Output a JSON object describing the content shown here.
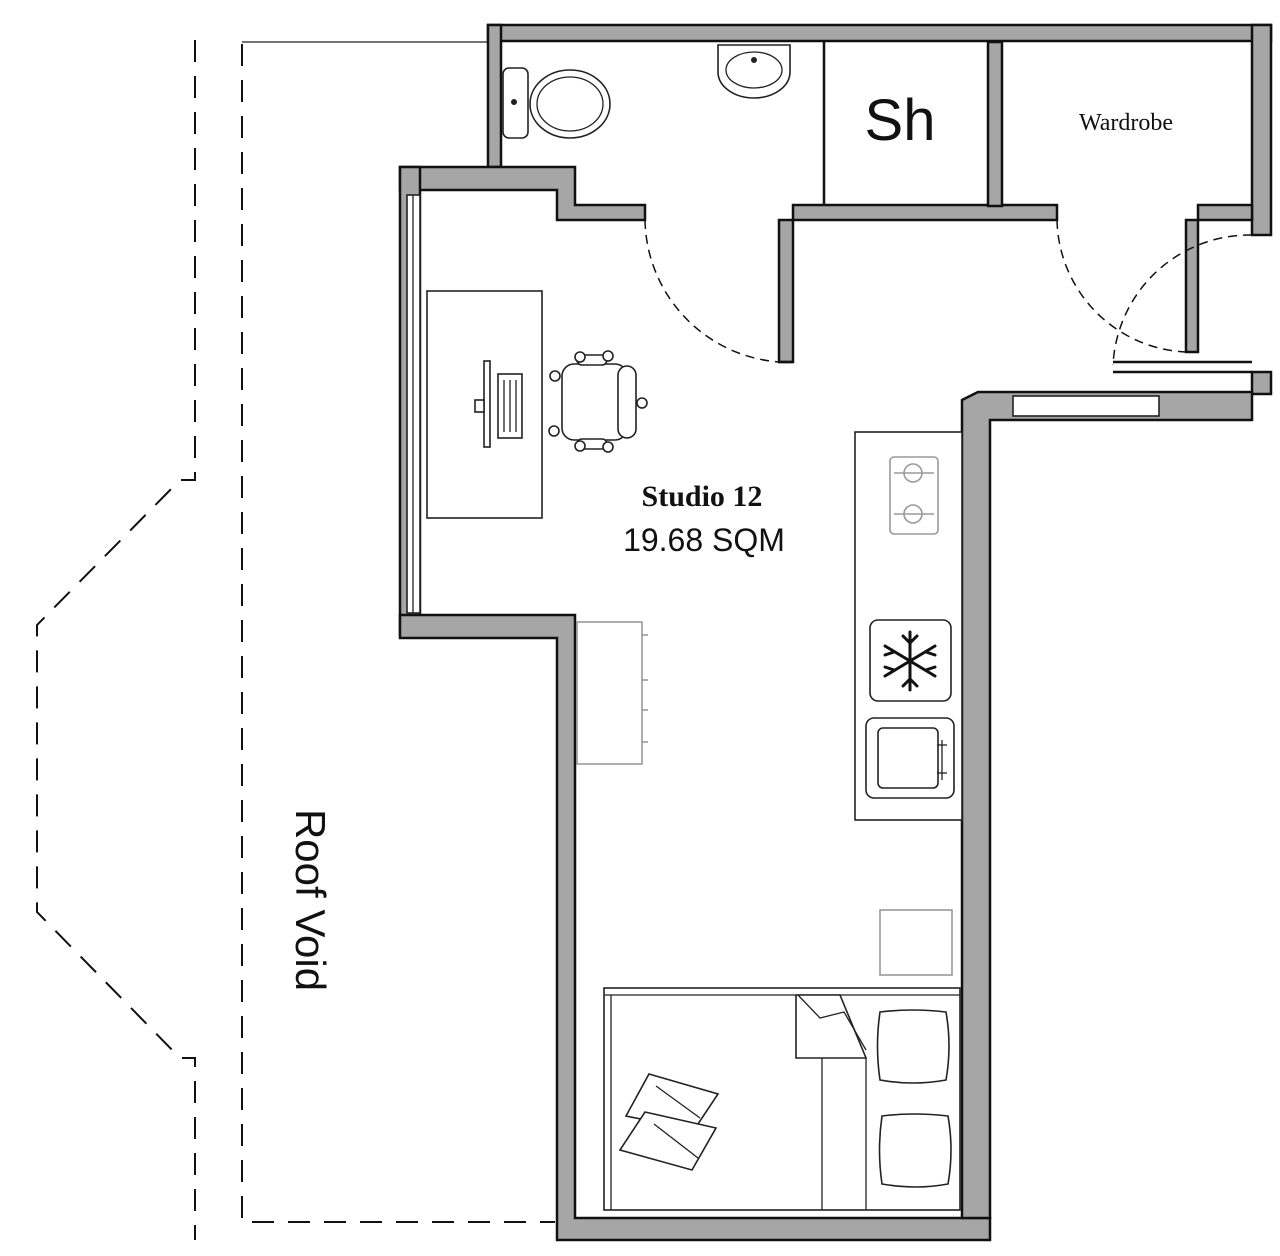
{
  "plan": {
    "room_name": "Studio 12",
    "room_area": "19.68 SQM",
    "shower_label": "Sh",
    "wardrobe_label": "Wardrobe",
    "roof_void_label": "Roof Void"
  },
  "colors": {
    "wall_fill": "#a6a6a6",
    "line": "#111111",
    "background": "#ffffff"
  },
  "icons": [
    "toilet-icon",
    "basin-icon",
    "desk-icon",
    "monitor-icon",
    "keyboard-icon",
    "office-chair-icon",
    "hob-icon",
    "fridge-freezer-icon",
    "kitchen-sink-icon",
    "bed-icon",
    "pillow-icon",
    "side-table-icon",
    "shelf-unit-icon"
  ]
}
